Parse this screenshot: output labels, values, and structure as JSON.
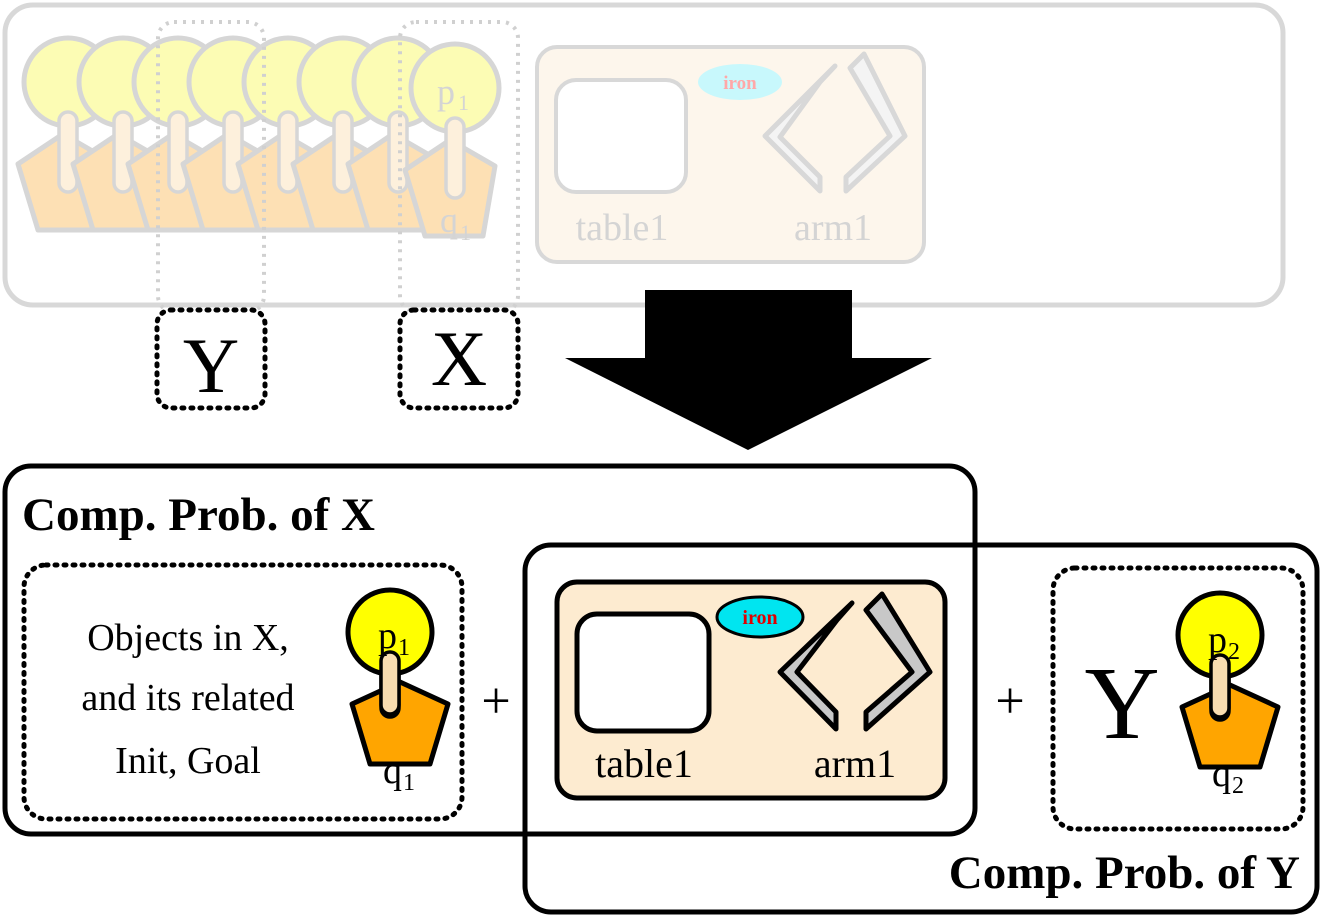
{
  "top": {
    "block_p_label": "p",
    "block_p_sub": "1",
    "block_q_label": "q",
    "block_q_sub": "1",
    "iron_label": "iron",
    "table_label": "table1",
    "arm_label": "arm1",
    "group_y_label": "Y",
    "group_x_label": "X"
  },
  "bottom": {
    "comp_x_title": "Comp. Prob. of X",
    "comp_y_title": "Comp. Prob. of Y",
    "objects_text": [
      "Objects in X,",
      "and its related",
      "Init, Goal"
    ],
    "x_block_p": "p",
    "x_block_p_sub": "1",
    "x_block_q": "q",
    "x_block_q_sub": "1",
    "plus_1": "+",
    "plus_2": "+",
    "iron_label": "iron",
    "table_label": "table1",
    "arm_label": "arm1",
    "y_big_label": "Y",
    "y_block_p": "p",
    "y_block_p_sub": "2",
    "y_block_q": "q",
    "y_block_q_sub": "2"
  },
  "colors": {
    "yellow": "#ffff00",
    "orange": "#ffa500",
    "cyan": "#00e5f0",
    "beige": "#fdebd0",
    "connector": "#f8dcb0",
    "arm_gray": "#c8c8c8",
    "iron_text": "#e00000"
  }
}
